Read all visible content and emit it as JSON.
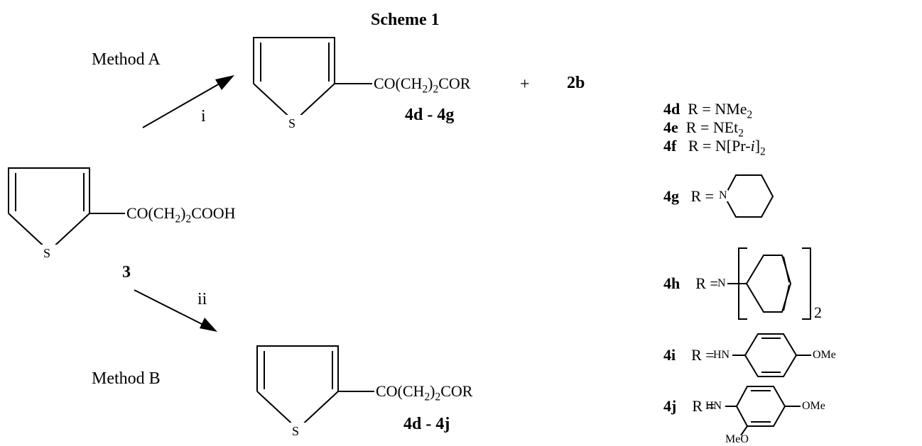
{
  "title": "Scheme 1",
  "methods": {
    "a": {
      "label": "Method A",
      "step": "i"
    },
    "b": {
      "label": "Method B",
      "step": "ii"
    }
  },
  "start": {
    "substituent": {
      "main": "CO(CH",
      "sub": "2",
      "tail": ")",
      "sub2": "2",
      "end": "COOH"
    },
    "heteroatom": "S",
    "label": "3"
  },
  "product_a": {
    "substituent": {
      "main": "CO(CH",
      "sub": "2",
      "tail": ")",
      "sub2": "2",
      "end": "COR"
    },
    "heteroatom": "S",
    "label": "4d - 4g",
    "plus": "+",
    "byproduct": "2b"
  },
  "product_b": {
    "substituent": {
      "main": "CO(CH",
      "sub": "2",
      "tail": ")",
      "sub2": "2",
      "end": "COR"
    },
    "heteroatom": "S",
    "label": "4d - 4j"
  },
  "legend": [
    {
      "id": "4d",
      "text": "R = NMe",
      "sub": "2"
    },
    {
      "id": "4e",
      "text": "R = NEt",
      "sub": "2"
    },
    {
      "id": "4f",
      "text": "R = N[Pr-",
      "italic": "i",
      "close": "]",
      "sub": "2"
    },
    {
      "id": "4g",
      "text": "R = ",
      "atom": "N"
    },
    {
      "id": "4h",
      "text": "R =",
      "atom": "N",
      "sub": "2"
    },
    {
      "id": "4i",
      "text": "R = ",
      "atom": "HN",
      "group": "OMe"
    },
    {
      "id": "4j",
      "text": "R = ",
      "atom": "HN",
      "group": "OMe",
      "group2": "MeO"
    }
  ]
}
